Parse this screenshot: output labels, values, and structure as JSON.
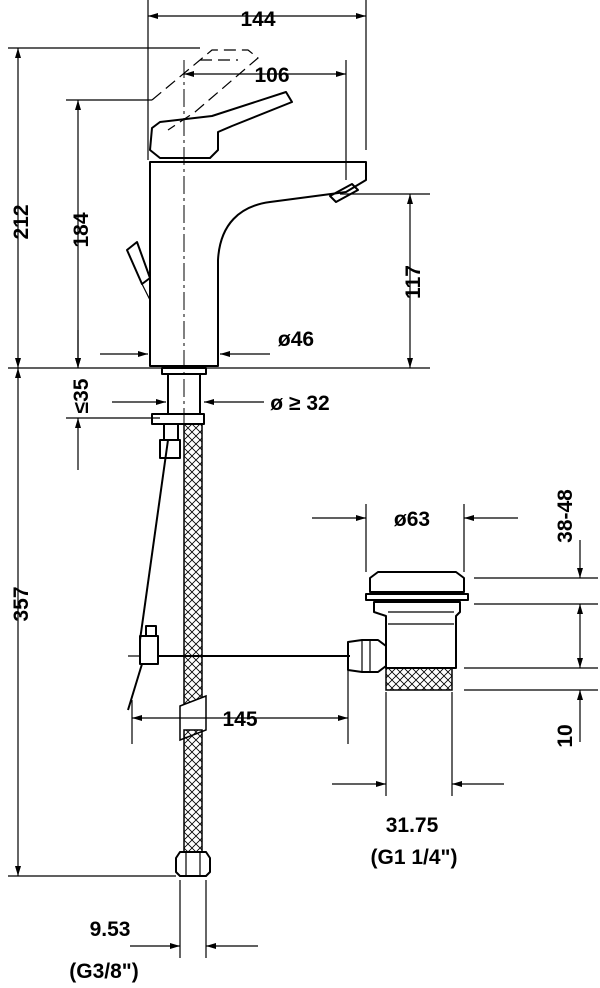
{
  "dimensions": {
    "width_total": "144",
    "spout_reach": "106",
    "height_total": "212",
    "height_to_spout_top": "184",
    "spout_outlet_height": "117",
    "body_diameter": "ø46",
    "max_deck_thickness": "≤35",
    "hole_diameter": "ø ≥ 32",
    "hose_length": "357",
    "pushrod_length": "145",
    "waste_diameter": "ø63",
    "waste_height_range": "38-48",
    "waste_offset": "10",
    "waste_thread_size": "31.75",
    "waste_thread_name": "(G1 1/4\")",
    "hose_thread_size": "9.53",
    "hose_thread_name": "(G3/8\")"
  }
}
